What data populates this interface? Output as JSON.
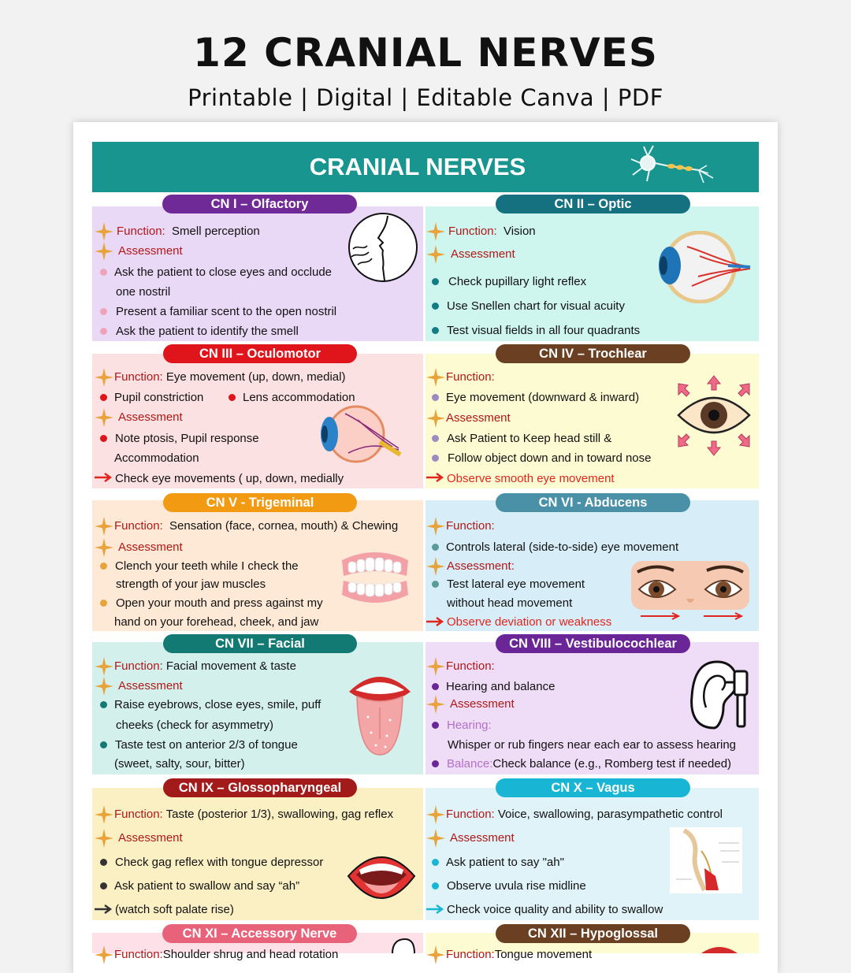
{
  "header": {
    "title": "12 CRANIAL NERVES",
    "subtitle": "Printable | Digital | Editable Canva | PDF"
  },
  "banner": {
    "title": "CRANIAL NERVES"
  },
  "colors": {
    "banner": "#17958e",
    "function_label": "#b01818",
    "highlight_red": "#e0261f",
    "star": "#e8a33a"
  },
  "nerves": [
    {
      "heading": "CN I – Olfactory",
      "function_label": "Function:",
      "function_text": "Smell perception",
      "assessment_label": "Assessment",
      "points": [
        "Ask the patient to close eyes and occlude",
        "one nostril",
        "Present a familiar scent to the open nostril",
        "Ask the patient to identify the smell"
      ]
    },
    {
      "heading": "CN II – Optic",
      "function_label": "Function:",
      "function_text": "Vision",
      "assessment_label": "Assessment",
      "points": [
        "Check pupillary light reflex",
        "Use Snellen chart for visual acuity",
        "Test visual fields in all four quadrants"
      ]
    },
    {
      "heading": "CN III – Oculomotor",
      "function_label": "Function:",
      "function_text": "Eye movement (up, down, medial)",
      "points_a": [
        "Pupil constriction",
        "Lens accommodation"
      ],
      "assessment_label": "Assessment",
      "points": [
        "Note ptosis, Pupil response",
        "Accommodation",
        "Check eye movements ( up, down, medially"
      ]
    },
    {
      "heading": "CN IV – Trochlear",
      "function_label": "Function:",
      "function_text": "",
      "points_a": [
        "Eye movement (downward & inward)"
      ],
      "assessment_label": "Assessment",
      "points": [
        "Ask Patient to Keep head still &",
        "Follow object down and in toward nose",
        "Observe smooth eye movement"
      ]
    },
    {
      "heading": "CN V - Trigeminal",
      "function_label": "Function:",
      "function_text": "Sensation (face, cornea, mouth) & Chewing",
      "assessment_label": "Assessment",
      "points": [
        "Clench your teeth while I check the",
        "strength of your jaw muscles",
        "Open your mouth and press against my",
        "hand on your forehead, cheek, and jaw"
      ]
    },
    {
      "heading": "CN VI - Abducens",
      "function_label": "Function:",
      "function_text": "",
      "points_a": [
        "Controls lateral (side-to-side) eye movement"
      ],
      "assessment_label": "Assessment:",
      "points": [
        "Test lateral eye movement",
        "without head movement",
        "Observe deviation or weakness"
      ]
    },
    {
      "heading": "CN VII – Facial",
      "function_label": "Function:",
      "function_text": "Facial movement & taste",
      "assessment_label": "Assessment",
      "points": [
        "Raise eyebrows, close eyes, smile, puff",
        "cheeks (check for asymmetry)",
        "Taste test on anterior 2/3 of tongue",
        "(sweet, salty, sour, bitter)"
      ]
    },
    {
      "heading": "CN VIII – Vestibulocochlear",
      "function_label": "Function:",
      "function_text": "",
      "points_a": [
        "Hearing and balance"
      ],
      "assessment_label": "Assessment",
      "hearing_label": "Hearing:",
      "hearing_text": "Whisper or rub fingers near each ear to assess hearing",
      "balance_label": "Balance:",
      "balance_text": "Check balance (e.g., Romberg test  if needed)"
    },
    {
      "heading": "CN IX – Glossopharyngeal",
      "function_label": "Function:",
      "function_text": "Taste (posterior 1/3), swallowing, gag reflex",
      "assessment_label": "Assessment",
      "points": [
        "Check gag reflex with tongue depressor",
        "Ask patient to swallow and say “ah”",
        "(watch soft palate rise)"
      ]
    },
    {
      "heading": "CN X – Vagus",
      "function_label": "Function:",
      "function_text": "Voice, swallowing, parasympathetic control",
      "assessment_label": "Assessment",
      "points": [
        "Ask patient to say \"ah\"",
        "Observe uvula rise midline",
        "Check voice quality and ability to swallow"
      ]
    },
    {
      "heading": "CN XI – Accessory Nerve",
      "function_label": "Function:",
      "function_text": "Shoulder shrug and head rotation"
    },
    {
      "heading": "CN XII – Hypoglossal",
      "function_label": "Function:",
      "function_text": "Tongue movement"
    }
  ]
}
